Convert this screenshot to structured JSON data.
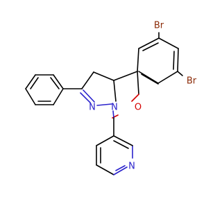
{
  "molecule": {
    "atom_labels": {
      "br_top": "Br",
      "br_right": "Br",
      "oxygen": "O",
      "ring_nitrogen_imine": "N",
      "ring_nitrogen_amine": "N",
      "pyridine_nitrogen": "N"
    },
    "colors": {
      "bond": "#000000",
      "nitrogen": "#2a22cc",
      "oxygen": "#d40000",
      "bromine": "#8b2a07",
      "background": "#ffffff"
    }
  }
}
